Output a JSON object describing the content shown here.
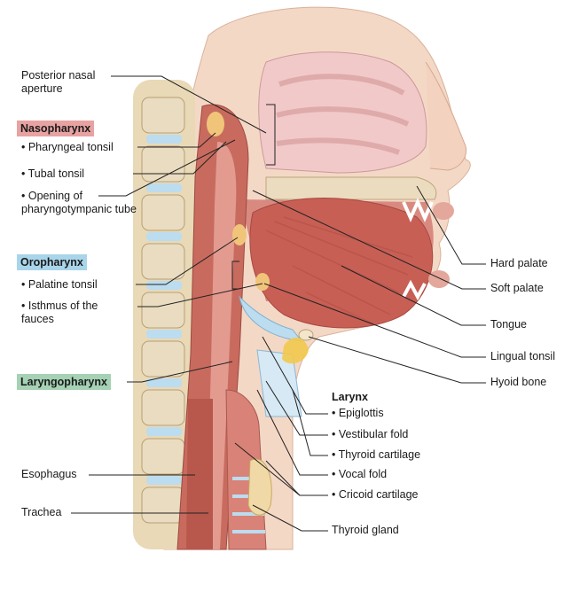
{
  "labels": {
    "posterior_nasal_aperture": "Posterior nasal aperture",
    "nasopharynx": "Nasopharynx",
    "pharyngeal_tonsil": "• Pharyngeal tonsil",
    "tubal_tonsil": "• Tubal tonsil",
    "opening_pharyngotympanic_tube": "• Opening of pharyngotympanic tube",
    "oropharynx": "Oropharynx",
    "palatine_tonsil": "• Palatine tonsil",
    "isthmus_of_fauces": "• Isthmus of the fauces",
    "laryngopharynx": "Laryngopharynx",
    "esophagus": "Esophagus",
    "trachea": "Trachea",
    "hard_palate": "Hard palate",
    "soft_palate": "Soft palate",
    "tongue": "Tongue",
    "lingual_tonsil": "Lingual tonsil",
    "hyoid_bone": "Hyoid bone",
    "larynx": "Larynx",
    "epiglottis": "• Epiglottis",
    "vestibular_fold": "• Vestibular fold",
    "thyroid_cartilage": "• Thyroid cartilage",
    "vocal_fold": "• Vocal fold",
    "cricoid_cartilage": "• Cricoid cartilage",
    "thyroid_gland": "Thyroid gland"
  },
  "colors": {
    "nasopharynx_bg": "#e8a2a2",
    "oropharynx_bg": "#a9d5ea",
    "laryngopharynx_bg": "#a5d1b4",
    "skin": "#f2d3c0",
    "muscle": "#c86b5e",
    "bone": "#ecdcbf",
    "cartilage": "#bcdcef"
  }
}
